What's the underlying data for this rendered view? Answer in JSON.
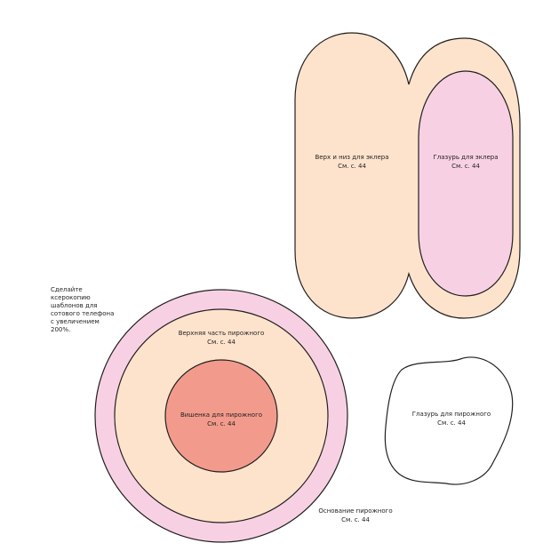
{
  "colors": {
    "dough": "#fde3cc",
    "glaze_pink": "#f7d1e3",
    "filling_red": "#f29b8c",
    "glaze_white": "#ffffff",
    "outline": "#231f20"
  },
  "note": {
    "lines": [
      "Сделайте",
      "ксерокопию",
      "шаблонов для",
      "сотового телефона",
      "с увеличением",
      "200%."
    ]
  },
  "labels": {
    "eclair_top_bottom": {
      "title": "Верх и низ для эклера",
      "page": "См. с. 44"
    },
    "eclair_glaze": {
      "title": "Глазурь для эклера",
      "page": "См. с. 44"
    },
    "cake_top": {
      "title": "Верхняя часть пирожного",
      "page": "См. с. 44"
    },
    "cake_peak": {
      "title": "Вишенка для пирожного",
      "page": "См. с. 44"
    },
    "cake_glaze": {
      "title": "Глазурь для пирожного",
      "page": "См. с. 44"
    },
    "cake_base": {
      "title": "Основание пирожного",
      "page": "См. с. 44"
    }
  }
}
